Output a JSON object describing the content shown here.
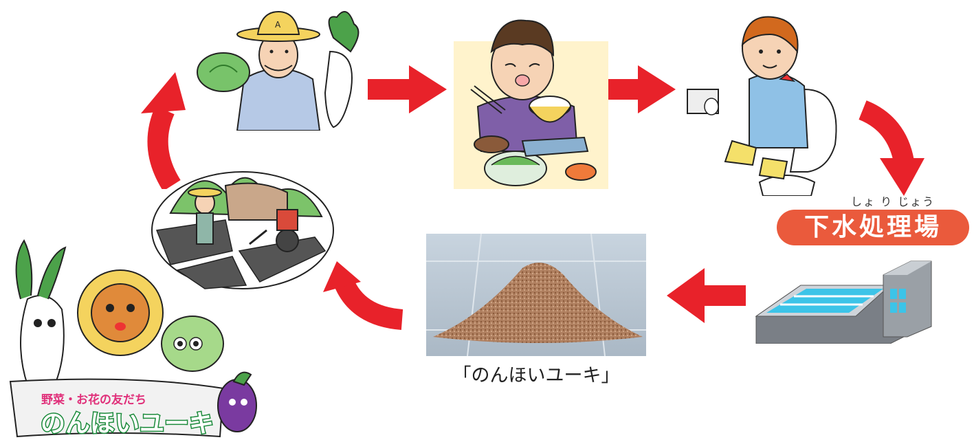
{
  "cycle": {
    "steps": [
      {
        "id": "farmer",
        "icon": "farmer-with-vegetables"
      },
      {
        "id": "eating",
        "icon": "boy-eating-meal"
      },
      {
        "id": "toilet",
        "icon": "child-on-toilet"
      },
      {
        "id": "plant",
        "icon": "sewage-treatment-plant"
      },
      {
        "id": "compost",
        "icon": "compost-pile"
      },
      {
        "id": "field",
        "icon": "farm-field-with-tiller"
      }
    ]
  },
  "plant": {
    "label": "下水処理場",
    "furigana": "しょ り じょう"
  },
  "compost": {
    "caption": "「のんほいユーキ」"
  },
  "mascot": {
    "small_text": "野菜・お花の友だち",
    "logo_text": "のんほいユーキ"
  },
  "colors": {
    "arrow": "#e8222a",
    "plant_label_bg": "#ea5a3c",
    "logo_green": "#1a8a3a",
    "water": "#3cc4e8"
  }
}
